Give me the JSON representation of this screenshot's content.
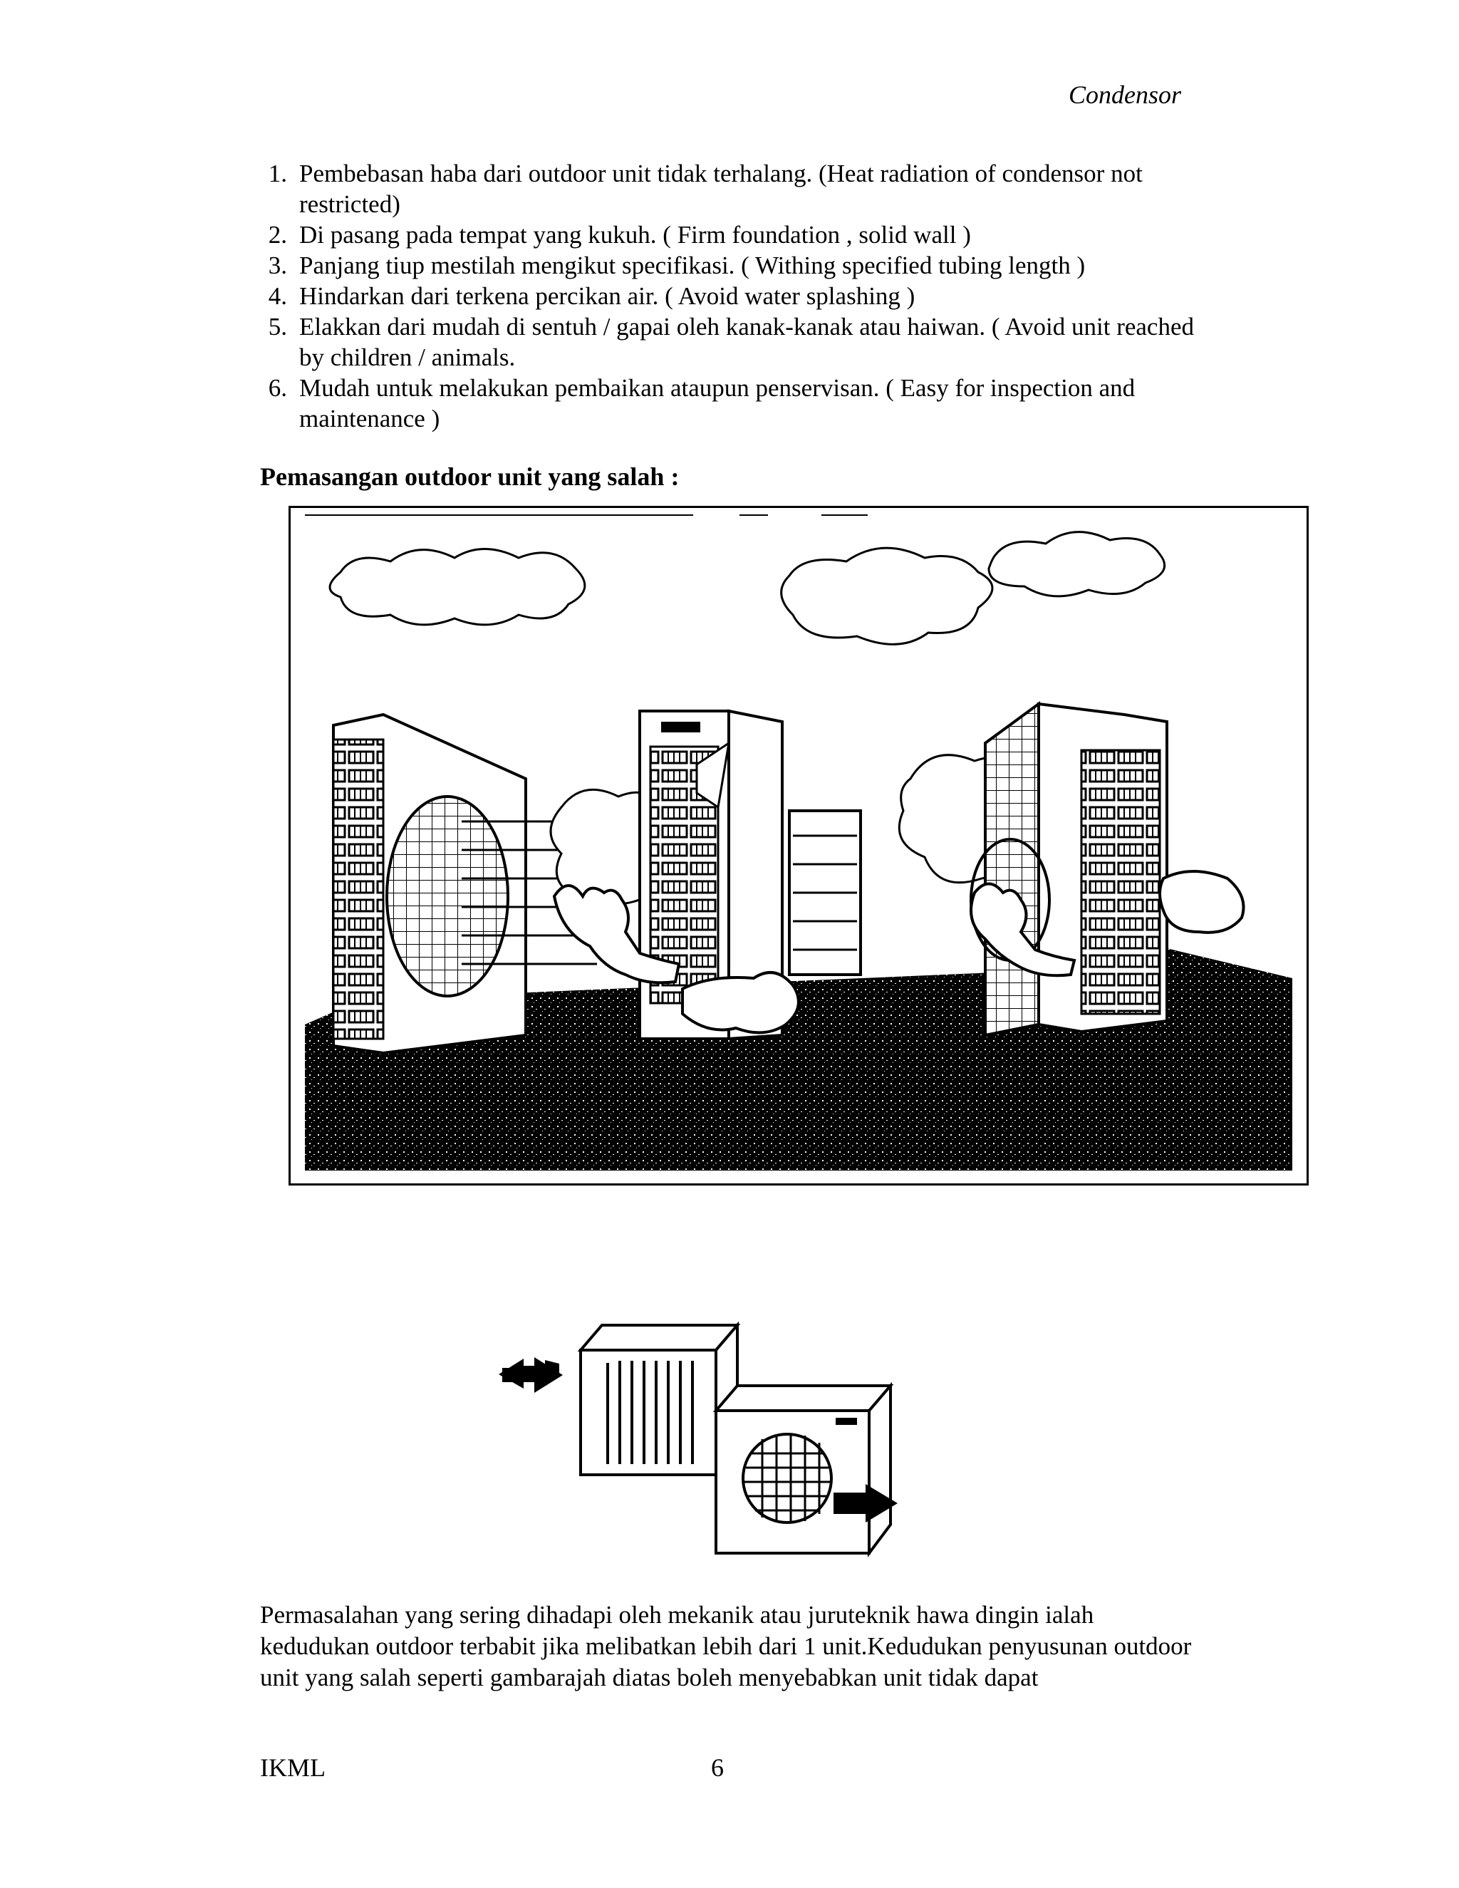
{
  "header": {
    "title": "Condensor"
  },
  "list_items": [
    {
      "number": "1.",
      "text": "Pembebasan haba dari outdoor unit tidak terhalang. (Heat radiation of condensor not restricted)"
    },
    {
      "number": "2.",
      "text": "Di pasang pada tempat yang kukuh. ( Firm foundation , solid wall )"
    },
    {
      "number": "3.",
      "text": "Panjang tiup mestilah mengikut specifikasi. ( Withing specified tubing length )"
    },
    {
      "number": "4.",
      "text": "Hindarkan dari terkena percikan air. ( Avoid water splashing )"
    },
    {
      "number": "5.",
      "text": "Elakkan dari mudah di sentuh / gapai oleh kanak-kanak atau haiwan. ( Avoid unit reached by children / animals."
    },
    {
      "number": "6.",
      "text": "Mudah untuk melakukan pembaikan ataupun penservisan. ( Easy for inspection and maintenance )"
    }
  ],
  "section": {
    "heading": "Pemasangan outdoor unit yang salah :"
  },
  "illustration": {
    "icon": "cartoon-outdoor-units-illustration"
  },
  "diagram": {
    "icon": "units-facing-airflow-diagram"
  },
  "paragraph": "Permasalahan yang sering dihadapi oleh mekanik atau juruteknik hawa dingin ialah kedudukan outdoor terbabit jika melibatkan lebih dari 1 unit.Kedudukan penyusunan outdoor unit yang salah seperti gambarajah diatas boleh menyebabkan unit tidak dapat",
  "footer": {
    "left": "IKML",
    "page_number": "6"
  }
}
